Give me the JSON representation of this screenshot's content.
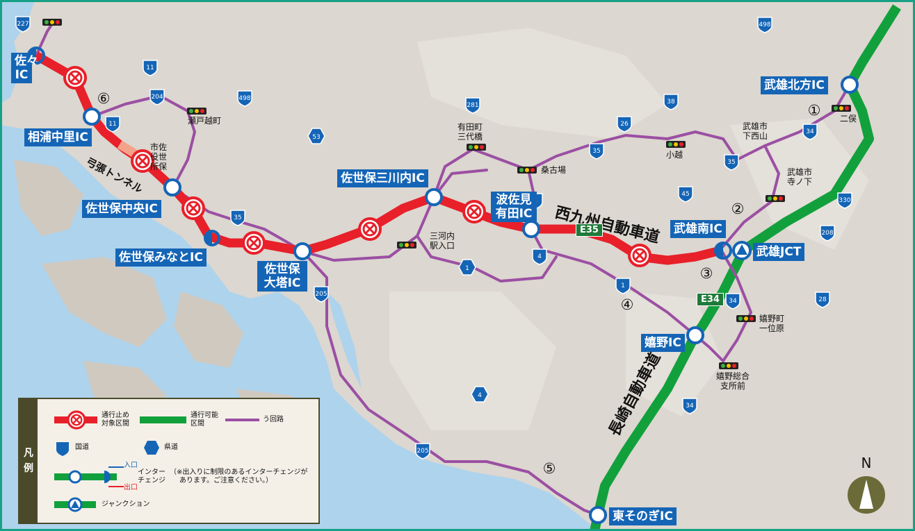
{
  "map": {
    "interchanges": [
      {
        "id": "sasa",
        "label_lines": [
          "佐々",
          "IC"
        ]
      },
      {
        "id": "aiura",
        "label": "相浦中里IC"
      },
      {
        "id": "sasebo-chuo",
        "label": "佐世保中央IC"
      },
      {
        "id": "sasebo-minato",
        "label": "佐世保みなとIC"
      },
      {
        "id": "sasebo-daito",
        "label_lines": [
          "佐世保",
          "大塔IC"
        ]
      },
      {
        "id": "sasebo-mikawachi",
        "label": "佐世保三川内IC"
      },
      {
        "id": "hasami-arita",
        "label_lines": [
          "波佐見",
          "有田IC"
        ]
      },
      {
        "id": "takeo-minami",
        "label": "武雄南IC"
      },
      {
        "id": "takeo-jct",
        "label": "武雄JCT"
      },
      {
        "id": "takeo-kitagata",
        "label": "武雄北方IC"
      },
      {
        "id": "ureshino",
        "label": "嬉野IC"
      },
      {
        "id": "higashisonogi",
        "label": "東そのぎIC"
      }
    ],
    "places": {
      "setogoe": "瀬戸越町",
      "shiyakusho": [
        "市佐",
        "役世",
        "所保"
      ],
      "arita_mitsuyobashi": [
        "有田町",
        "三代橋"
      ],
      "kuwakoba": "桑古場",
      "ogoshi": "小越",
      "takeo_shimonishiyama": [
        "武雄市",
        "下西山"
      ],
      "futamata": "二俣",
      "takeo_teranoshita": [
        "武雄市",
        "寺ノ下"
      ],
      "mikawachi_ekiiriguchi": [
        "三河内",
        "駅入口"
      ],
      "ureshino_ichibara": [
        "嬉野町",
        "一位原"
      ],
      "ureshino_sogo": [
        "嬉野総合",
        "支所前"
      ]
    },
    "detour_numbers": [
      "①",
      "②",
      "③",
      "④",
      "⑤",
      "⑥"
    ],
    "expressways": {
      "nishikyushu": "西九州自動車道",
      "nagasaki": "長崎自動車道",
      "e35": "E35",
      "e34": "E34"
    },
    "tunnel": "弓張トンネル",
    "national_routes": [
      "227",
      "11",
      "204",
      "498",
      "11",
      "35",
      "205",
      "498",
      "281",
      "38",
      "35",
      "26",
      "34",
      "35",
      "45",
      "330",
      "208",
      "4",
      "1",
      "4",
      "34",
      "28",
      "34",
      "205"
    ],
    "prefectural_routes": [
      "53",
      "1",
      "4"
    ],
    "north": "N"
  },
  "legend": {
    "title_lines": [
      "凡",
      "例"
    ],
    "closed_lines": [
      "通行止め",
      "対象区間"
    ],
    "open_lines": [
      "通行可能",
      "区間"
    ],
    "detour": "う回路",
    "national": "国道",
    "prefectural": "県道",
    "interchange_lines": [
      "インター",
      "チェンジ"
    ],
    "entrance": "入口",
    "exit": "出口",
    "note_lines": [
      "（※出入りに制限のあるインターチェンジが",
      "あります。ご注意ください。）"
    ],
    "junction": "ジャンクション"
  },
  "colors": {
    "closed": "#e8202a",
    "open": "#12a03c",
    "detour": "#9b4fa3",
    "ic_blue": "#1565b6",
    "sea": "#aed3ec",
    "land": "#dcd7d0"
  }
}
